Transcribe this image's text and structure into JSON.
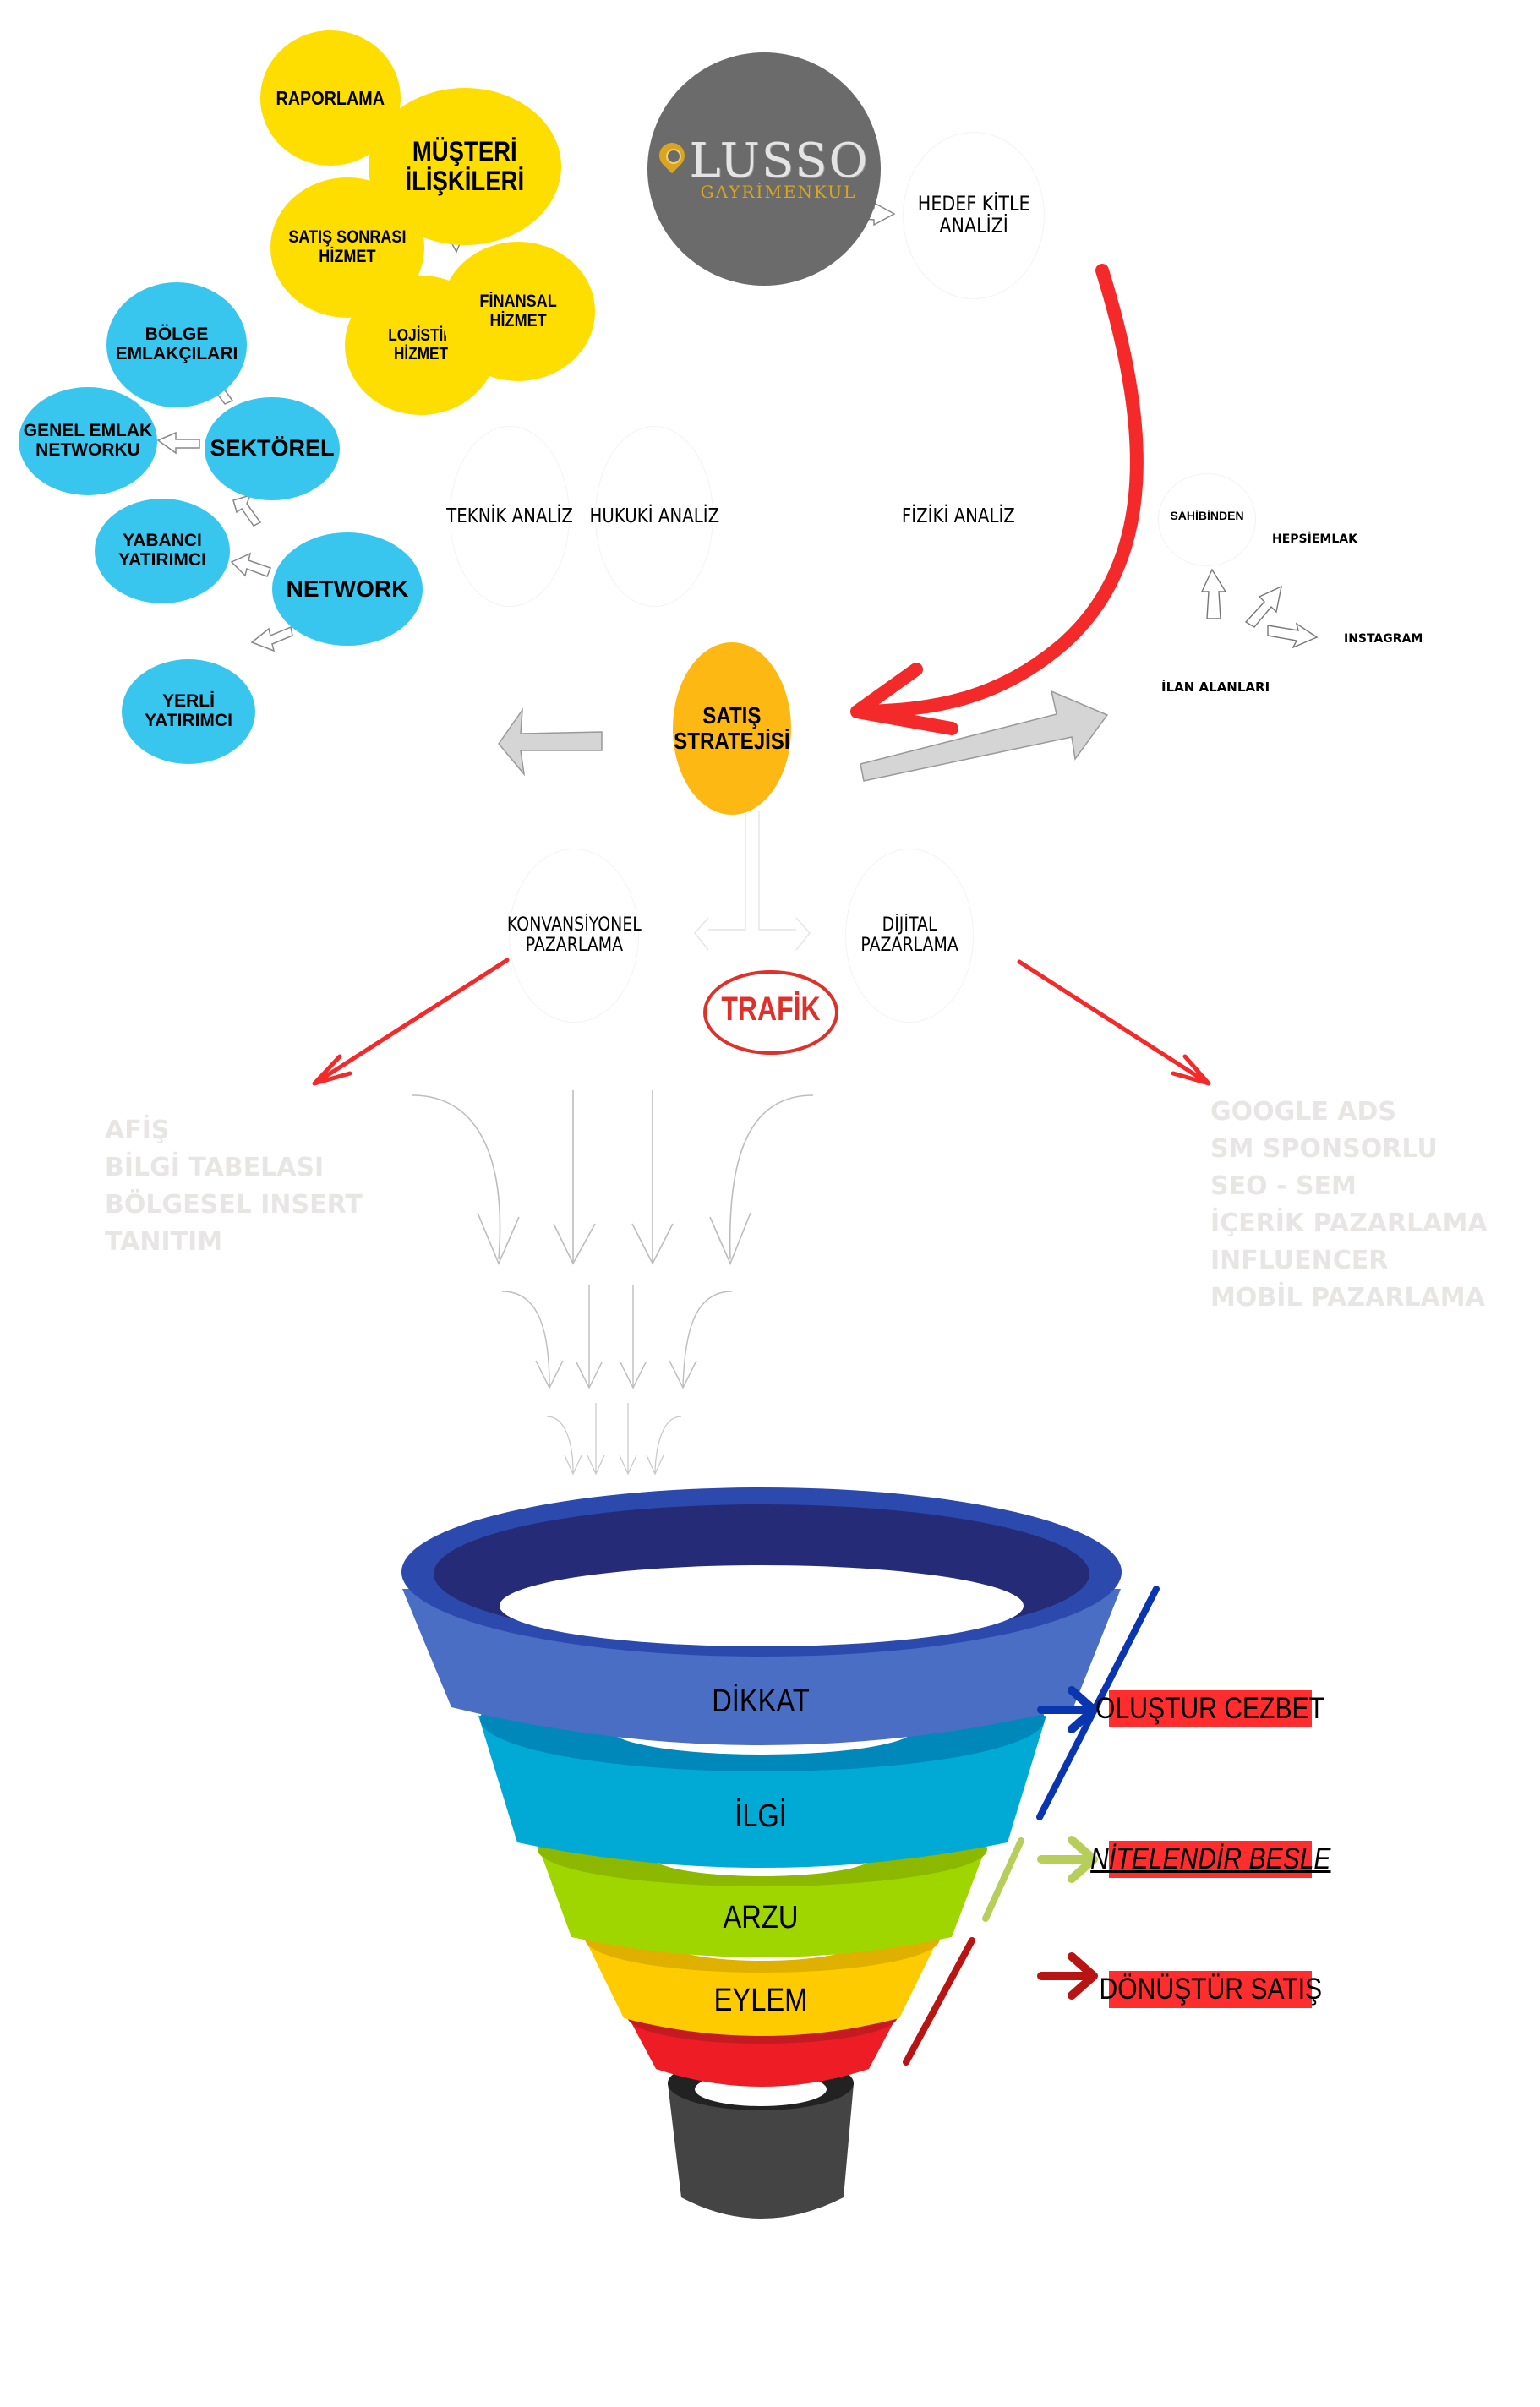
{
  "brand": {
    "name": "LUSSO",
    "subtitle": "GAYRİMENKUL",
    "circle_color": "#6b6b6b",
    "gold": "#d9a520"
  },
  "customer_cluster": {
    "center": "MÜŞTERİ\nİLİŞKİLERİ",
    "items": [
      "RAPORLAMA",
      "SATIŞ SONRASI\nHİZMET",
      "LOJİSTİK\nHİZMET",
      "FİNANSAL\nHİZMET"
    ],
    "color": "#fedd00"
  },
  "target_analysis": "HEDEF KİTLE\nANALİZİ",
  "analyses": [
    "TEKNİK ANALİZ",
    "HUKUKİ ANALİZ",
    "FİZİKİ ANALİZ"
  ],
  "network_cluster": {
    "network": "NETWORK",
    "sectoral": "SEKTÖREL",
    "items": [
      "BÖLGE\nEMLAKÇILARI",
      "GENEL EMLAK\nNETWORKU",
      "YABANCI\nYATIRIMCI",
      "YERLİ\nYATIRIMCI"
    ],
    "color": "#38c6ee"
  },
  "strategy": {
    "label": "SATIŞ\nSTRATEJİSİ",
    "color": "#fdb813"
  },
  "listing_sites": {
    "title": "İLAN ALANLARI",
    "items": [
      "SAHİBİNDEN",
      "HEPSİEMLAK",
      "INSTAGRAM"
    ]
  },
  "marketing": {
    "conventional": "KONVANSİYONEL\nPAZARLAMA",
    "digital": "DİJİTAL\nPAZARLAMA",
    "traffic": "TRAFİK",
    "conventional_items": [
      "AFİŞ",
      "BİLGİ TABELASI",
      "BÖLGESEL INSERT",
      "TANITIM"
    ],
    "digital_items": [
      "GOOGLE ADS",
      "SM SPONSORLU",
      "SEO - SEM",
      "İÇERİK PAZARLAMA",
      "INFLUENCER",
      "MOBİL PAZARLAMA"
    ],
    "accent": "#ee2e2e"
  },
  "funnel": {
    "stages": [
      {
        "label": "DİKKAT",
        "color": "#4a6ec4"
      },
      {
        "label": "İLGİ",
        "color": "#00aad4"
      },
      {
        "label": "ARZU",
        "color": "#9fd600"
      },
      {
        "label": "EYLEM",
        "color": "#fdcb00"
      },
      {
        "label": "",
        "color": "#ee1c24"
      },
      {
        "label": "",
        "color": "#444444"
      }
    ]
  },
  "outcomes": [
    {
      "label": "OLUŞTUR CEZBET",
      "arrow_color": "#0a35b0",
      "style": "normal"
    },
    {
      "label": "NİTELENDİR BESLE",
      "arrow_color": "#b7cf5a",
      "style": "italic-underline"
    },
    {
      "label": "DÖNÜŞTÜR SATIŞ",
      "arrow_color": "#b81414",
      "style": "normal"
    }
  ]
}
